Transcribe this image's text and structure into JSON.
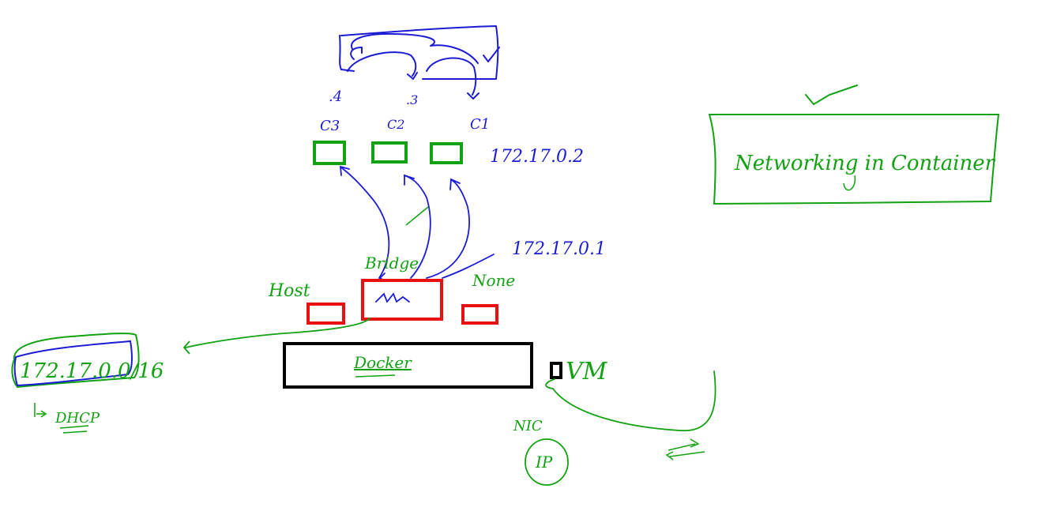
{
  "colors": {
    "blue_ink": "#1c1cd4",
    "green_ink": "#12a212",
    "red_ink": "#e81010",
    "black_ink": "#000000",
    "background": "#ffffff"
  },
  "containers": {
    "c3": {
      "name": "C3",
      "ip_suffix": ".4"
    },
    "c2": {
      "name": "C2",
      "ip_suffix": ".3"
    },
    "c1": {
      "name": "C1",
      "ip_suffix": ""
    },
    "container_ip": "172.17.0.2"
  },
  "networks": {
    "bridge_label": "Bridge",
    "bridge_ip": "172.17.0.1",
    "host_label": "Host",
    "none_label": "None"
  },
  "docker": {
    "engine_label": "Docker",
    "subnet": "172.17.0.0/16",
    "dhcp_label": "DHCP"
  },
  "vm": {
    "label": "VM",
    "nic_label": "NIC",
    "ip_label": "IP"
  },
  "title_box": {
    "title": "Networking in Container"
  }
}
